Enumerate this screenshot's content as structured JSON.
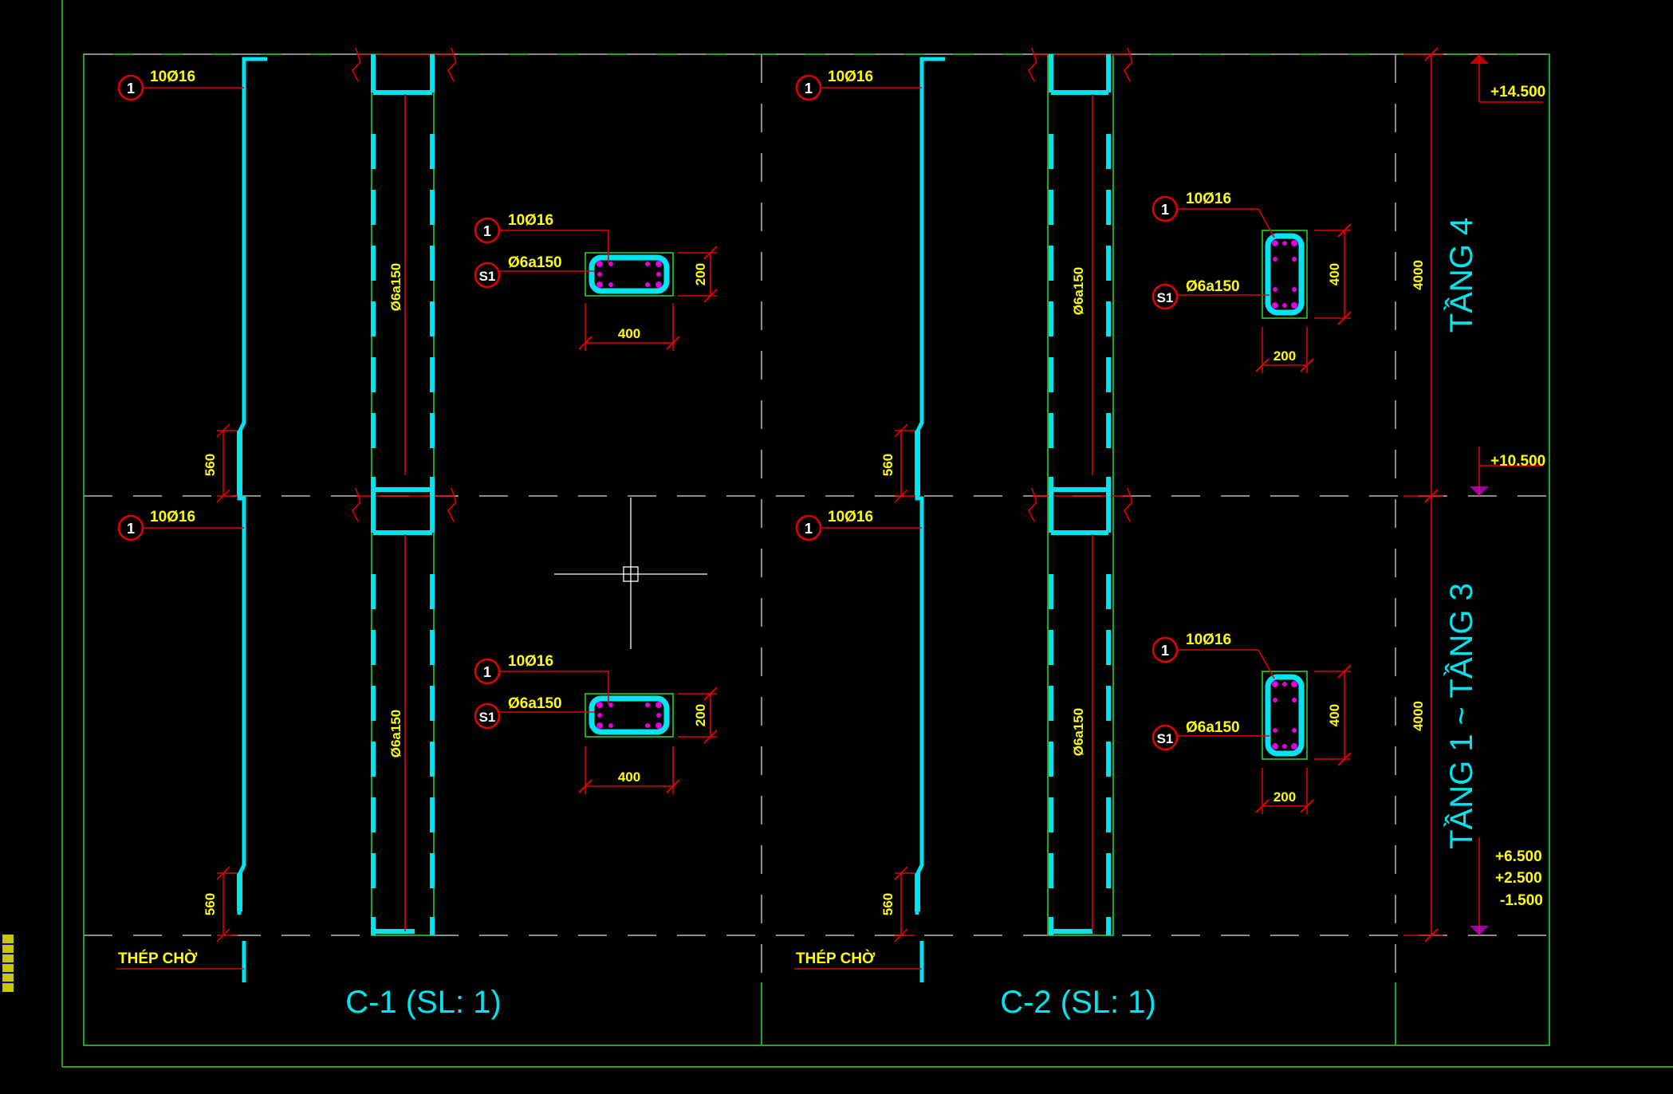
{
  "drawing": {
    "columns": [
      {
        "title": "C-1 (SL: 1)",
        "bar_callout_top": {
          "mark": "1",
          "text": "10Ø16"
        },
        "bar_callout_mid": {
          "mark": "1",
          "text": "10Ø16"
        },
        "lap_length_upper": "560",
        "lap_length_lower": "560",
        "starter_bar_label": "THÉP CHỜ",
        "stirrup_spacing_upper": "Ø6a150",
        "stirrup_spacing_lower": "Ø6a150",
        "section_upper": {
          "main_mark": "1",
          "main_text": "10Ø16",
          "stirrup_mark": "S1",
          "stirrup_text": "Ø6a150",
          "width": "400",
          "height": "200"
        },
        "section_lower": {
          "main_mark": "1",
          "main_text": "10Ø16",
          "stirrup_mark": "S1",
          "stirrup_text": "Ø6a150",
          "width": "400",
          "height": "200"
        }
      },
      {
        "title": "C-2 (SL: 1)",
        "bar_callout_top": {
          "mark": "1",
          "text": "10Ø16"
        },
        "bar_callout_mid": {
          "mark": "1",
          "text": "10Ø16"
        },
        "lap_length_upper": "560",
        "lap_length_lower": "560",
        "starter_bar_label": "THÉP CHỜ",
        "stirrup_spacing_upper": "Ø6a150",
        "stirrup_spacing_lower": "Ø6a150",
        "section_upper": {
          "main_mark": "1",
          "main_text": "10Ø16",
          "stirrup_mark": "S1",
          "stirrup_text": "Ø6a150",
          "width": "200",
          "height": "400"
        },
        "section_lower": {
          "main_mark": "1",
          "main_text": "10Ø16",
          "stirrup_mark": "S1",
          "stirrup_text": "Ø6a150",
          "width": "200",
          "height": "400"
        }
      }
    ],
    "levels": {
      "story_upper": "TẦNG 4",
      "story_lower": "TẦNG 1 ~ TẦNG 3",
      "height_upper": "4000",
      "height_lower": "4000",
      "elev_top": "+14.500",
      "elev_mid": "+10.500",
      "elev_low_1": "+6.500",
      "elev_low_2": "+2.500",
      "elev_low_3": "-1.500"
    },
    "colors": {
      "background": "#000000",
      "rebar": "#00e5f0",
      "dimension": "#e00000",
      "text": "#ffff00",
      "border": "#1fa51f",
      "centerline": "#8a8a8a",
      "section_bars": "#e000e0"
    },
    "cursor": "crosshair-cursor"
  }
}
